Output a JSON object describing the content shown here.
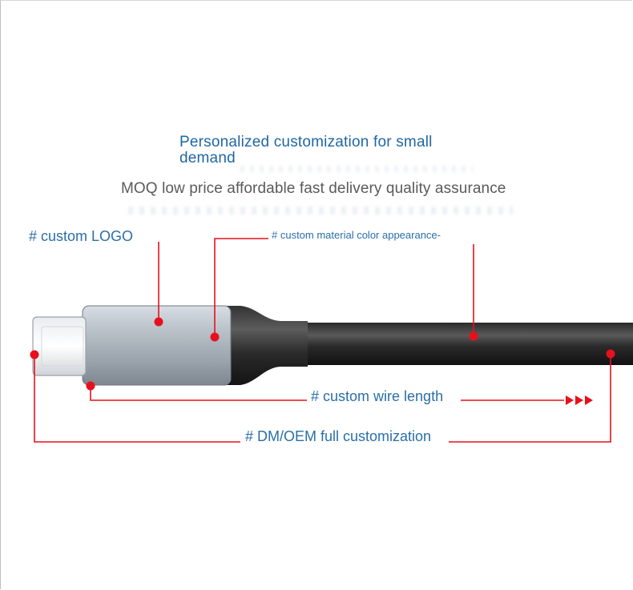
{
  "headline": "Personalized customization for small demand",
  "subline": "MOQ low price affordable fast delivery quality assurance",
  "callouts": {
    "logo": "# custom LOGO",
    "material": "# custom material color appearance-",
    "wire_length": "# custom wire length",
    "oem": "# DM/OEM full customization"
  },
  "colors": {
    "headline": "#1f67a4",
    "callout_text": "#2a6fa8",
    "subline": "#5a5a5a",
    "leader_line": "#e8101c",
    "marker_dot": "#e8101c"
  },
  "icons": {
    "length_arrows": "triple-chevron-right-icon"
  }
}
